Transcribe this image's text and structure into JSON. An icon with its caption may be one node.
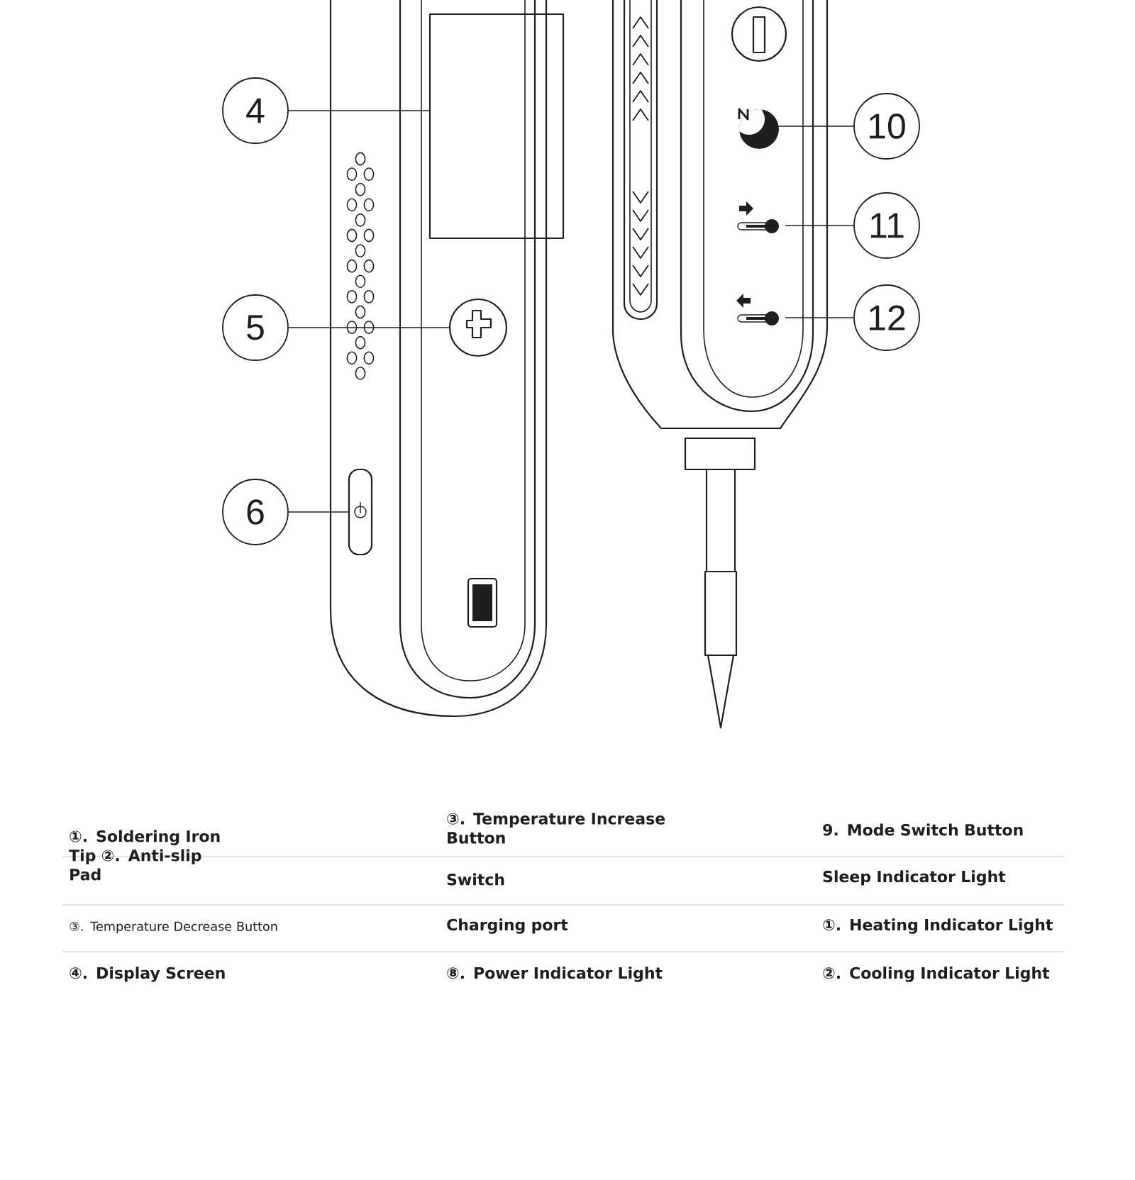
{
  "diagram": {
    "nodes": [
      {
        "text": [
          "4"
        ]
      },
      {
        "text": [
          "10"
        ]
      },
      {
        "text": [
          "11"
        ]
      },
      {
        "text": [
          "5"
        ]
      },
      {
        "text": [
          "12"
        ]
      },
      {
        "text": [
          "6"
        ]
      },
      {
        "text": [],
        "shape": "box"
      },
      {
        "text": [],
        "shape": "crescent"
      },
      {
        "text": [],
        "shape": "thermometer"
      },
      {
        "text": [],
        "shape": "circle"
      },
      {
        "text": [],
        "shape": "thermometer"
      },
      {
        "text": [],
        "shape": "box"
      }
    ],
    "edges": [
      {
        "from": 0,
        "to": 6,
        "arrow": "none"
      },
      {
        "from": 1,
        "to": 7,
        "arrow": "none"
      },
      {
        "from": 2,
        "to": 8,
        "arrow": "none"
      },
      {
        "from": 3,
        "to": 9,
        "arrow": "none"
      },
      {
        "from": 4,
        "to": 10,
        "arrow": "none"
      },
      {
        "from": 5,
        "to": 11,
        "arrow": "none"
      }
    ],
    "labels": [
      "①. Soldering Iron Tip ②. Anti-slip Pad",
      "③. Temperature Increase Button",
      "9. Mode Switch Button",
      "Switch",
      "Sleep Indicator Light",
      "③. Temperature Decrease Button",
      "Charging port",
      "①. Heating Indicator Light",
      "④. Display Screen",
      "⑧. Power Indicator Light",
      "②. Cooling Indicator Light"
    ]
  }
}
